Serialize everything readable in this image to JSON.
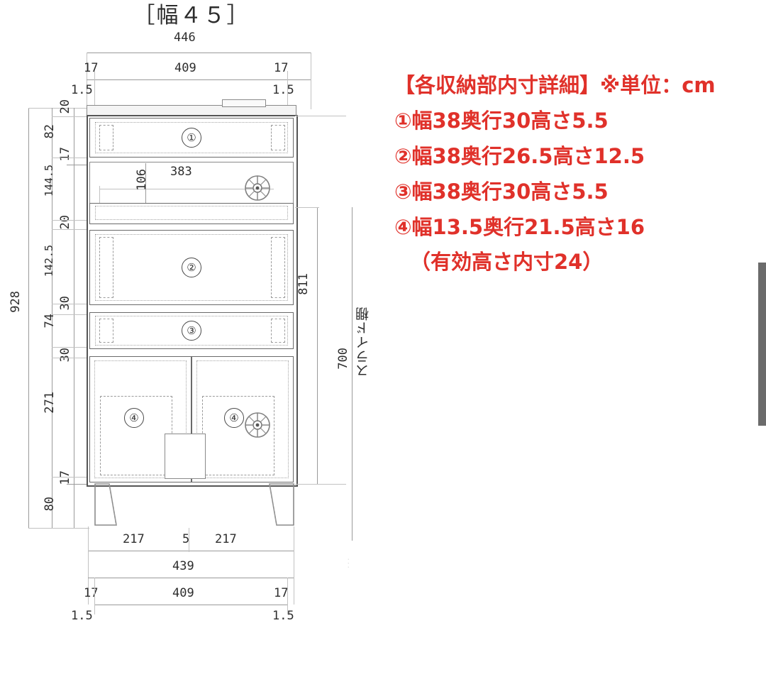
{
  "page": {
    "title": "［幅４５］",
    "background": "#ffffff",
    "accent_red": "#e0312a",
    "line_color": "#9a9a9a"
  },
  "drawing": {
    "name": "cabinet-elevation-drawing",
    "unit_note": "mm (drawing dimensions)",
    "top_dimensions": {
      "overall_width": "446",
      "inner_width": "409",
      "left_thickness": "17",
      "right_thickness": "17",
      "left_gap": "1.5",
      "right_gap": "1.5"
    },
    "left_dimensions": {
      "overall_height": "928",
      "top_panel": "20",
      "drawer1_height": "82",
      "gap_17": "17",
      "section_144_5": "144.5",
      "gap_20": "20",
      "section_142_5": "142.5",
      "gap_30_upper": "30",
      "section_74": "74",
      "gap_30_lower": "30",
      "door_height": "271",
      "gap_17_lower": "17",
      "leg_height": "80"
    },
    "right_dimensions": {
      "slide_shelf_total": "811",
      "slide_shelf_clear": "700",
      "slide_shelf_label": "スライド棚"
    },
    "interior_dimensions": {
      "shelf_width": "383",
      "shelf_depth": "106"
    },
    "bottom_dimensions": {
      "left_door": "217",
      "center_gap": "5",
      "right_door": "217",
      "body_width": "439",
      "inner_width": "409",
      "left_thickness": "17",
      "right_thickness": "17",
      "left_gap": "1.5",
      "right_gap": "1.5"
    },
    "compartment_markers": [
      {
        "id": "marker-1",
        "label": "①"
      },
      {
        "id": "marker-2",
        "label": "②"
      },
      {
        "id": "marker-3",
        "label": "③"
      },
      {
        "id": "marker-4-left",
        "label": "④"
      },
      {
        "id": "marker-4-right",
        "label": "④"
      }
    ]
  },
  "annotations": {
    "heading": "【各収納部内寸詳細】※単位：cm",
    "items": [
      "①幅38奥行30高さ5.5",
      "②幅38奥行26.5高さ12.5",
      "③幅38奥行30高さ5.5",
      "④幅13.5奥行21.5高さ16",
      "（有効高さ内寸24）"
    ]
  }
}
